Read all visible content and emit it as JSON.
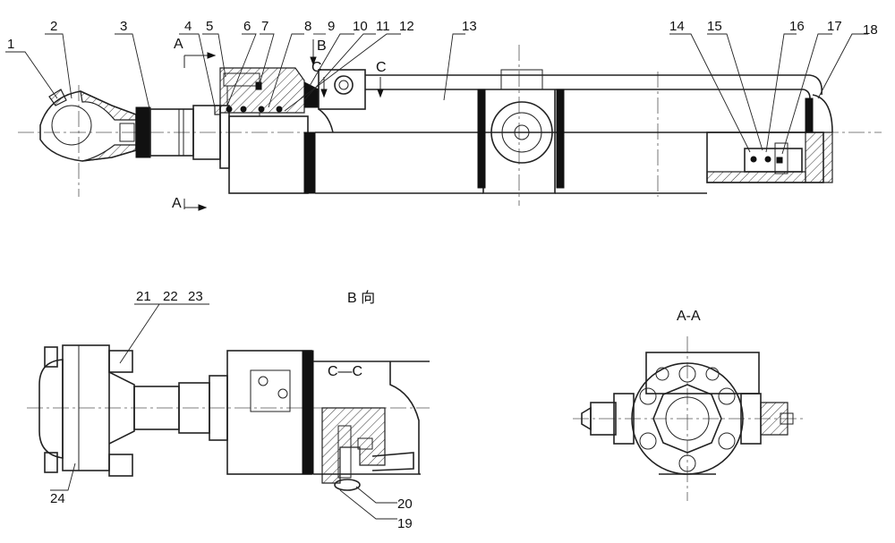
{
  "part_labels": [
    "1",
    "2",
    "3",
    "4",
    "5",
    "6",
    "7",
    "8",
    "9",
    "10",
    "11",
    "12",
    "13",
    "14",
    "15",
    "16",
    "17",
    "18",
    "19",
    "20",
    "21",
    "22",
    "23",
    "24"
  ],
  "section_labels": {
    "a_top": "A",
    "a_bottom": "A",
    "b_top": "B",
    "c_left": "C",
    "c_right": "C",
    "view_b": "B 向",
    "section_cc": "C—C",
    "section_aa": "A-A"
  }
}
